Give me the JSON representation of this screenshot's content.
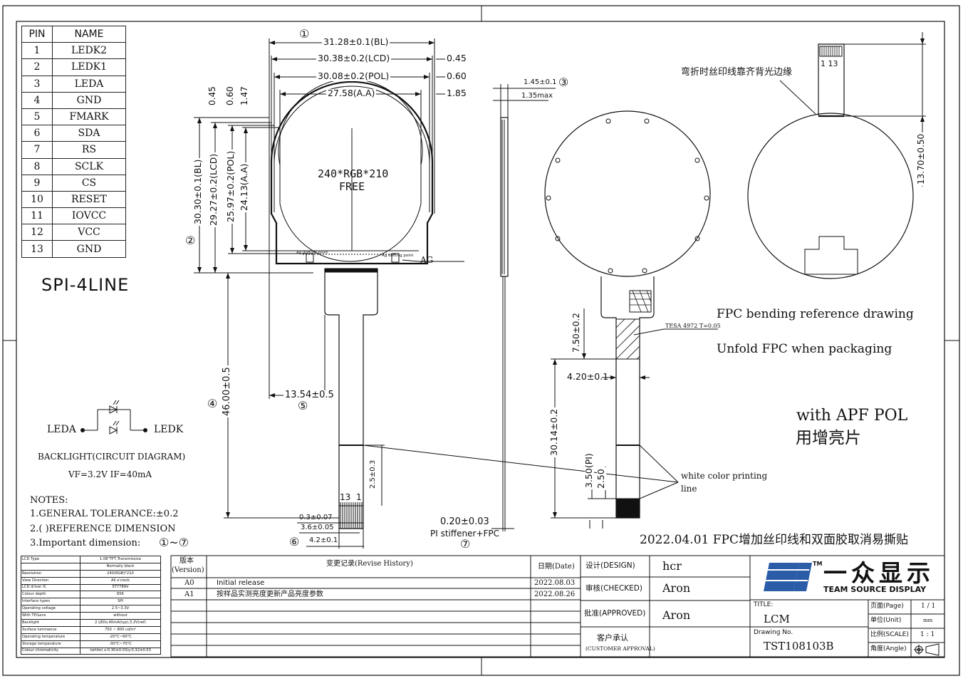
{
  "pin_table": {
    "headers": [
      "PIN",
      "NAME"
    ],
    "rows": [
      [
        "1",
        "LEDK2"
      ],
      [
        "2",
        "LEDK1"
      ],
      [
        "3",
        "LEDA"
      ],
      [
        "4",
        "GND"
      ],
      [
        "5",
        "FMARK"
      ],
      [
        "6",
        "SDA"
      ],
      [
        "7",
        "RS"
      ],
      [
        "8",
        "SCLK"
      ],
      [
        "9",
        "CS"
      ],
      [
        "10",
        "RESET"
      ],
      [
        "11",
        "IOVCC"
      ],
      [
        "12",
        "VCC"
      ],
      [
        "13",
        "GND"
      ]
    ],
    "interface": "SPI-4LINE"
  },
  "backlight": {
    "leda": "LEDA",
    "ledk": "LEDK",
    "title": "BACKLIGHT(CIRCUIT DIAGRAM)",
    "specs": "VF=3.2V   IF=40mA"
  },
  "notes": {
    "title": "NOTES:",
    "items": [
      "1.GENERAL TOLERANCE:±0.2",
      "2.(  )REFERENCE DIMENSION",
      "3.Important dimension:"
    ],
    "range": "①~⑦"
  },
  "front_view": {
    "dims_top": [
      "31.28±0.1(BL)",
      "30.38±0.2(LCD)",
      "30.08±0.2(POL)",
      "27.58(A.A)"
    ],
    "dims_right": [
      "0.45",
      "0.60",
      "1.85"
    ],
    "dims_vert_top": [
      "0.45",
      "0.60",
      "1.47"
    ],
    "dims_left": [
      "30.30±0.1(BL)",
      "29.27±0.2(LCD)",
      "25.97±0.2(POL)",
      "24.13(A.A)"
    ],
    "resolution": "240*RGB*210",
    "free": "FREE",
    "ag_dot_left": "Ag dotting point",
    "ag_dot_right": "Ag dotting point",
    "ag": "AG",
    "total_len": "46.00±0.5",
    "fpc_offset": "13.54±0.5",
    "stiffener_len": "2.5±0.3",
    "pin_labels": [
      "13",
      "1"
    ],
    "pitch": "0.3±0.07",
    "pin_span": "3.6±0.05",
    "fpc_width": "4.2±0.1",
    "markers": [
      "①",
      "②",
      "④",
      "⑤",
      "⑥"
    ]
  },
  "side_view": {
    "thk1": "1.45±0.1",
    "thk2": "1.35max",
    "marker": "③",
    "fpc_thk": "0.20±0.03",
    "fpc_note": "PI stiffener+FPC",
    "marker2": "⑦"
  },
  "back_view": {
    "tape": "TESA 4972 T=0.05",
    "dim_tape": "7.50±0.2",
    "dim_width": "4.20±0.1",
    "dim_len": "30.14±0.2",
    "dim_pi": "3.50(PI)",
    "dim_250": "2.50",
    "white_line": "white color printing",
    "white_line2": "line"
  },
  "bending": {
    "note_cn": "弯折时丝印线靠齐背光边缘",
    "fpc_pins": "1  13",
    "dim": "13.70±0.50",
    "ref": "FPC bending reference drawing",
    "unfold": "Unfold FPC when packaging",
    "apf": "with APF POL",
    "apf_cn": "用增亮片"
  },
  "change_note": "2022.04.01 FPC增加丝印线和双面胶取消易撕贴",
  "spec_table": [
    [
      "LCD Type",
      "1.08\"TFT,Transmissive"
    ],
    [
      "",
      "Normally black"
    ],
    [
      "Resolution",
      "240(RGB)*210"
    ],
    [
      "View Direction",
      "All o'clock"
    ],
    [
      "LCD driver IC",
      "ST7789V"
    ],
    [
      "Colour depth",
      "65K"
    ],
    [
      "Interface types",
      "SPI"
    ],
    [
      "Operating voltage",
      "2.5~3.3V"
    ],
    [
      "With TP/Lens",
      "without"
    ],
    [
      "Backlight",
      "2 LEDs,40mA(typ),3.2V(ref)"
    ],
    [
      "Surface luminance",
      "750 ~ 800 cd/m²"
    ],
    [
      "Operating temperature",
      "-20°C~60°C"
    ],
    [
      "Storage temperature",
      "-30°C~70°C"
    ],
    [
      "Colour chromaticity",
      "(white) x:0.30±0.03/y:0.32±0.03"
    ]
  ],
  "revision": {
    "version_cn": "版本",
    "version_en": "(Version)",
    "history": "变更记录(Revise History)",
    "date": "日期(Date)",
    "rows": [
      {
        "ver": "A0",
        "desc": "Initial release",
        "date": "2022.08.03"
      },
      {
        "ver": "A1",
        "desc": "按样品实测亮度更新产品亮度参数",
        "date": "2022.08.26"
      }
    ]
  },
  "approval": {
    "design": "设计(DESIGN)",
    "design_name": "hcr",
    "checked": "审核(CHECKED)",
    "checked_name": "Aron",
    "approved": "批准(APPROVED)",
    "approved_name": "Aron",
    "customer_cn": "客户承认",
    "customer_en": "(CUSTOMER APPROVAL)"
  },
  "title_block": {
    "logo": "TSD",
    "tm": "TM",
    "brand_cn": "一众显示",
    "brand_en": "TEAM SOURCE DISPLAY",
    "title_label": "TITLE:",
    "title": "LCM",
    "drawing_label": "Drawing No.",
    "drawing_no": "TST108103B",
    "page_label": "页面(Page)",
    "page": "1 / 1",
    "unit_label": "单位(Unit)",
    "unit": "mm",
    "scale_label": "比例(SCALE)",
    "scale": "1 : 1",
    "angle_label": "角度(Angle)"
  }
}
